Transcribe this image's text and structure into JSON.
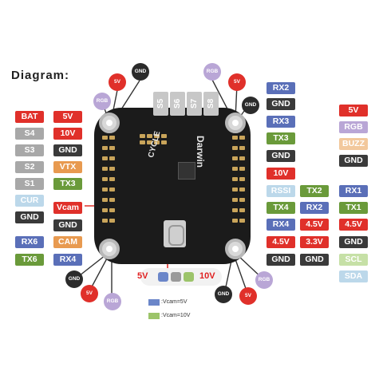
{
  "title": "Diagram:",
  "colors": {
    "red": "#e0302a",
    "dark": "#3a3a3a",
    "grey": "#a8a8a8",
    "blue": "#5a6fb8",
    "green": "#6a9a3a",
    "orange": "#e89a50",
    "purple": "#b9a6d6",
    "light_blue": "#bcd8ea",
    "light_green": "#c6e0a6",
    "peach": "#f2c89c"
  },
  "left_labels": [
    {
      "text": "BAT",
      "color": "#e0302a"
    },
    {
      "text": "5V",
      "color": "#e0302a"
    },
    {
      "text": "S4",
      "color": "#a8a8a8"
    },
    {
      "text": "10V",
      "color": "#e0302a"
    },
    {
      "text": "S3",
      "color": "#a8a8a8"
    },
    {
      "text": "GND",
      "color": "#3a3a3a"
    },
    {
      "text": "S2",
      "color": "#a8a8a8"
    },
    {
      "text": "VTX",
      "color": "#e89a50"
    },
    {
      "text": "S1",
      "color": "#a8a8a8"
    },
    {
      "text": "TX3",
      "color": "#6a9a3a"
    },
    {
      "text": "CUR",
      "color": "#bcd8ea"
    },
    {
      "text": "GND",
      "color": "#3a3a3a"
    },
    {
      "text": "Vcam",
      "color": "#e0302a"
    },
    {
      "text": "GND",
      "color": "#3a3a3a"
    },
    {
      "text": "RX6",
      "color": "#5a6fb8"
    },
    {
      "text": "CAM",
      "color": "#e89a50"
    },
    {
      "text": "TX6",
      "color": "#6a9a3a"
    },
    {
      "text": "RX4",
      "color": "#5a6fb8"
    }
  ],
  "right_labels": [
    {
      "text": "RX2",
      "color": "#5a6fb8"
    },
    {
      "text": "GND",
      "color": "#3a3a3a"
    },
    {
      "text": "RX3",
      "color": "#5a6fb8"
    },
    {
      "text": "TX3",
      "color": "#6a9a3a"
    },
    {
      "text": "GND",
      "color": "#3a3a3a"
    },
    {
      "text": "10V",
      "color": "#e0302a"
    },
    {
      "text": "RSSI",
      "color": "#bcd8ea"
    },
    {
      "text": "TX2",
      "color": "#6a9a3a"
    },
    {
      "text": "RX1",
      "color": "#5a6fb8"
    },
    {
      "text": "TX4",
      "color": "#6a9a3a"
    },
    {
      "text": "RX2",
      "color": "#5a6fb8"
    },
    {
      "text": "TX1",
      "color": "#6a9a3a"
    },
    {
      "text": "RX4",
      "color": "#5a6fb8"
    },
    {
      "text": "4.5V",
      "color": "#e0302a"
    },
    {
      "text": "4.5V",
      "color": "#e0302a"
    },
    {
      "text": "4.5V",
      "color": "#e0302a"
    },
    {
      "text": "3.3V",
      "color": "#e0302a"
    },
    {
      "text": "GND",
      "color": "#3a3a3a"
    },
    {
      "text": "GND",
      "color": "#3a3a3a"
    },
    {
      "text": "GND",
      "color": "#3a3a3a"
    },
    {
      "text": "SCL",
      "color": "#c6e0a6"
    },
    {
      "text": "SDA",
      "color": "#bcd8ea"
    }
  ],
  "far_right_labels": [
    {
      "text": "5V",
      "color": "#e0302a"
    },
    {
      "text": "RGB",
      "color": "#b9a6d6"
    },
    {
      "text": "BUZZ",
      "color": "#f2c89c"
    },
    {
      "text": "GND",
      "color": "#3a3a3a"
    }
  ],
  "servo_labels": [
    "S5",
    "S6",
    "S7",
    "S8"
  ],
  "circle_labels": {
    "five_v": "5V",
    "gnd": "GND",
    "rgb": "RGB"
  },
  "jumper": {
    "left": "5V",
    "right": "10V"
  },
  "legend": [
    {
      "text": ":Vcam=5V",
      "color": "#6b86c9"
    },
    {
      "text": ":Vcam=10V",
      "color": "#9cc46a"
    }
  ],
  "board_text": {
    "brand": "Darwin",
    "cycle": "CYCLE"
  }
}
